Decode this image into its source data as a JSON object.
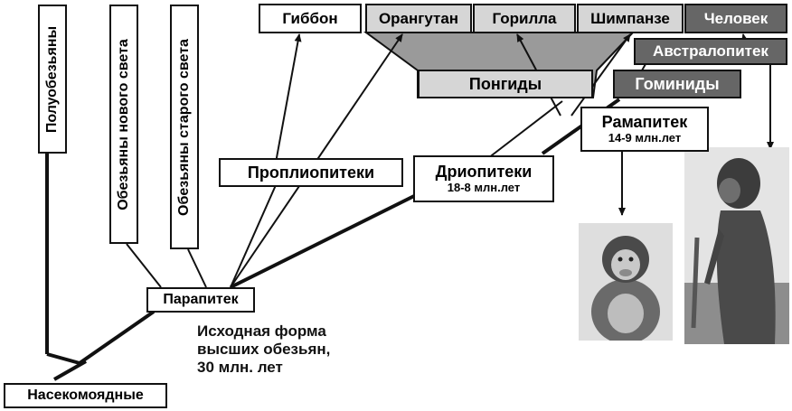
{
  "nodes": {
    "insectivores": "Насекомоядные",
    "prosimians": "Полуобезьяны",
    "new_world_monkeys": "Обезьяны нового света",
    "old_world_monkeys": "Обезьяны старого света",
    "parapithecus": "Парапитек",
    "propliopithecus": "Проплиопитеки",
    "dryopithecus": {
      "name": "Дриопитеки",
      "age": "18-8 млн.лет"
    },
    "ramapithecus": {
      "name": "Рамапитек",
      "age": "14-9 млн.лет"
    },
    "gibbon": "Гиббон",
    "orangutan": "Орангутан",
    "gorilla": "Горилла",
    "chimpanzee": "Шимпанзе",
    "human": "Человек",
    "australopithecus": "Австралопитек",
    "pongids": "Понгиды",
    "hominids": "Гоминиды"
  },
  "note": {
    "line1": "Исходная форма",
    "line2": "высших обезьян,",
    "line3": "30 млн. лет"
  },
  "colors": {
    "line": "#111111",
    "light_box": "#d6d6d6",
    "dark_box": "#666666"
  }
}
